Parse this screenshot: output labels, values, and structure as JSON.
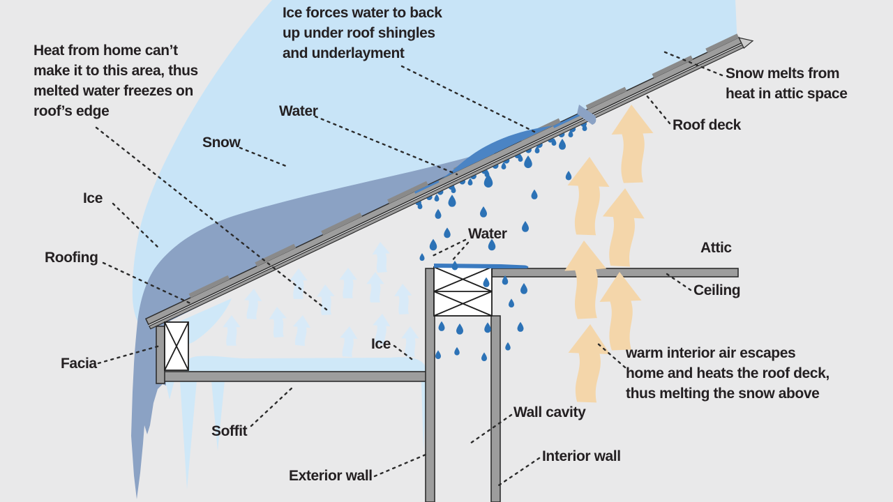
{
  "diagram": {
    "subject": "ice-dam-formation-cross-section",
    "labels": {
      "heat_note": "Heat from home can’t\nmake it to this area, thus\nmelted water freezes on\nroof’s edge",
      "ice_backup_note": "Ice forces water to back\nup under roof shingles\nand underlayment",
      "water_roof": "Water",
      "snow": "Snow",
      "ice_main": "Ice",
      "roofing": "Roofing",
      "facia": "Facia",
      "soffit": "Soffit",
      "snow_melts_note": "Snow melts from\nheat in attic space",
      "roof_deck": "Roof deck",
      "attic": "Attic",
      "ceiling": "Ceiling",
      "water_ceiling": "Water",
      "ice_soffit": "Ice",
      "wall_cavity": "Wall cavity",
      "exterior_wall": "Exterior wall",
      "interior_wall": "Interior wall",
      "warm_air_note": "warm interior air escapes\nhome and heats the roof deck,\nthus melting the snow above"
    },
    "colors": {
      "background": "#e9e9ea",
      "snow": "#c8e4f7",
      "ice_dam": "#8ba2c4",
      "ice_light": "#cfe8f8",
      "roof_gray": "#9d9d9d",
      "shingle": "#8a8a8a",
      "outline": "#2d2d2d",
      "water_drop": "#2c72b6",
      "water_pool": "#4b84c4",
      "water_film": "#3a7ac0",
      "warm_air_arrow": "#f4d6aa",
      "cold_air_arrow": "#d8eaf8",
      "text": "#242022",
      "leader_line": "#2b2b2b"
    }
  }
}
